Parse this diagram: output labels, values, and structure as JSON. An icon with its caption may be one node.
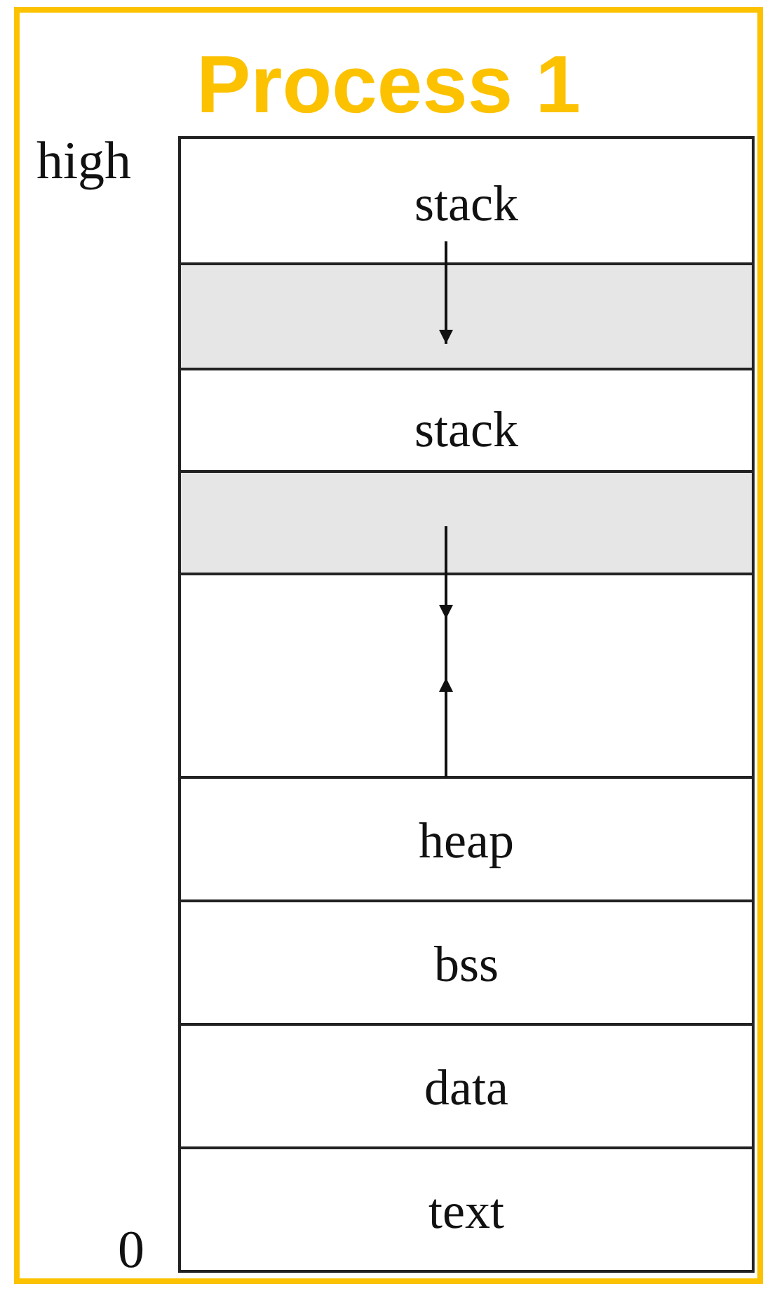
{
  "diagram": {
    "nodes": [
      {
        "text": [
          "Process 1"
        ]
      },
      {
        "text": [
          "stack"
        ],
        "in": 0
      },
      {
        "text": [],
        "shape": "box",
        "in": 0
      },
      {
        "text": [
          "stack"
        ],
        "in": 0
      },
      {
        "text": [],
        "shape": "box",
        "in": 0
      },
      {
        "text": [],
        "shape": "box",
        "in": 0
      },
      {
        "text": [
          "heap"
        ],
        "in": 0
      },
      {
        "text": [
          "bss"
        ],
        "in": 0
      },
      {
        "text": [
          "data"
        ],
        "in": 0
      },
      {
        "text": [
          "text"
        ],
        "in": 0
      }
    ],
    "edges": [
      {
        "from": 1,
        "to": 2,
        "arrow": "to"
      },
      {
        "from": 4,
        "to": 5,
        "arrow": "to"
      },
      {
        "from": 6,
        "to": 5,
        "arrow": "to"
      }
    ],
    "labels": [
      "high",
      "0"
    ]
  }
}
